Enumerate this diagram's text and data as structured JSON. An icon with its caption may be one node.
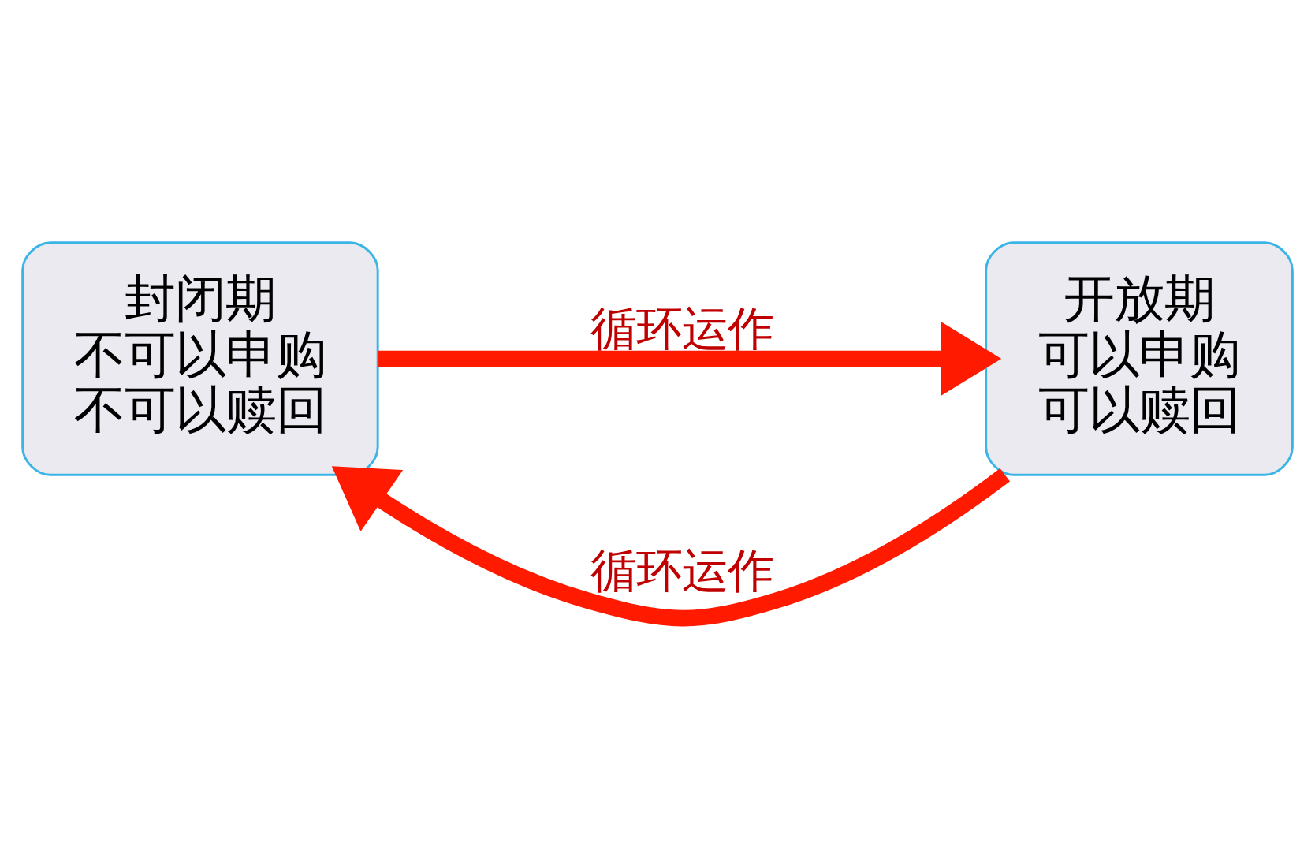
{
  "diagram": {
    "nodes": [
      {
        "text": [
          "封闭期",
          "不可以申购",
          "不可以赎回"
        ]
      },
      {
        "text": [
          "开放期",
          "可以申购",
          "可以赎回"
        ]
      }
    ],
    "edges": [
      {
        "from": 1,
        "to": 0,
        "arrow": "to",
        "label": "循环运作"
      },
      {
        "from": 0,
        "to": 1,
        "arrow": "to",
        "label": "循环运作"
      }
    ]
  }
}
